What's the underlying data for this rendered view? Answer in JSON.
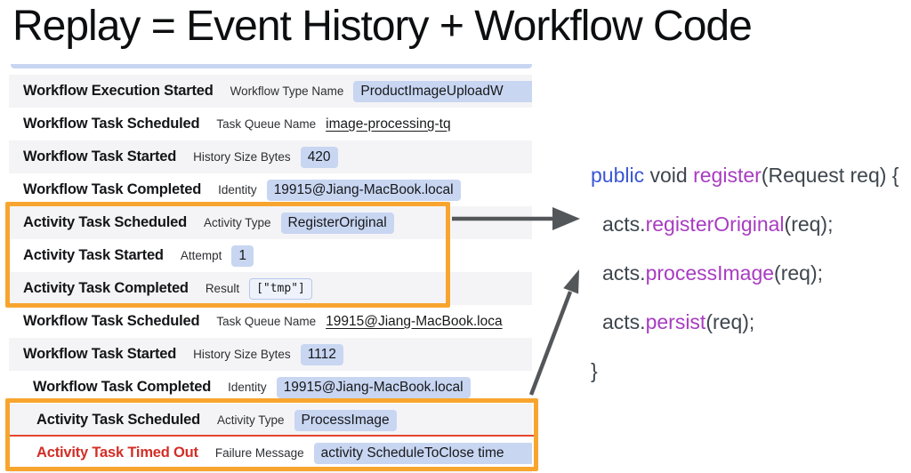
{
  "title": "Replay = Event History + Workflow Code",
  "event_list": {
    "rows": [
      {
        "title": "Workflow Execution Started",
        "label": "Workflow Type Name",
        "value": "ProductImageUploadW"
      },
      {
        "title": "Workflow Task Scheduled",
        "label": "Task Queue Name",
        "value": "image-processing-tq"
      },
      {
        "title": "Workflow Task Started",
        "label": "History Size Bytes",
        "value": "420"
      },
      {
        "title": "Workflow Task Completed",
        "label": "Identity",
        "value": "19915@Jiang-MacBook.local"
      },
      {
        "title": "Activity Task Scheduled",
        "label": "Activity Type",
        "value": "RegisterOriginal"
      },
      {
        "title": "Activity Task Started",
        "label": "Attempt",
        "value": "1"
      },
      {
        "title": "Activity Task Completed",
        "label": "Result",
        "value": "[\"tmp\"]"
      },
      {
        "title": "Workflow Task Scheduled",
        "label": "Task Queue Name",
        "value": "19915@Jiang-MacBook.loca"
      },
      {
        "title": "Workflow Task Started",
        "label": "History Size Bytes",
        "value": "1112"
      },
      {
        "title": "Workflow Task Completed",
        "label": "Identity",
        "value": "19915@Jiang-MacBook.local"
      },
      {
        "title": "Activity Task Scheduled",
        "label": "Activity Type",
        "value": "ProcessImage"
      },
      {
        "title": "Activity Task Timed Out",
        "label": "Failure Message",
        "value": "activity ScheduleToClose time"
      }
    ]
  },
  "code": {
    "line1": {
      "kw": "public",
      "mid": " void ",
      "name": "register",
      "rest": "(Request req) {"
    },
    "line2": {
      "pre": "acts.",
      "name": "registerOriginal",
      "post": "(req);"
    },
    "line3": {
      "pre": "acts.",
      "name": "processImage",
      "post": "(req);"
    },
    "line4": {
      "pre": "acts.",
      "name": "persist",
      "post": "(req);"
    },
    "line5": "}"
  },
  "colors": {
    "highlight_box_orange": "#f7a52f",
    "error_red": "#d22e26",
    "divider_red": "#e4452e",
    "badge_blue": "#c8d6f2",
    "row_stripe_gray": "#f4f4f6",
    "arrow_gray": "#54575a",
    "code_keyword_blue": "#3a56d4",
    "code_method_purple": "#a83cc1",
    "code_text_dark": "#3e464e"
  }
}
